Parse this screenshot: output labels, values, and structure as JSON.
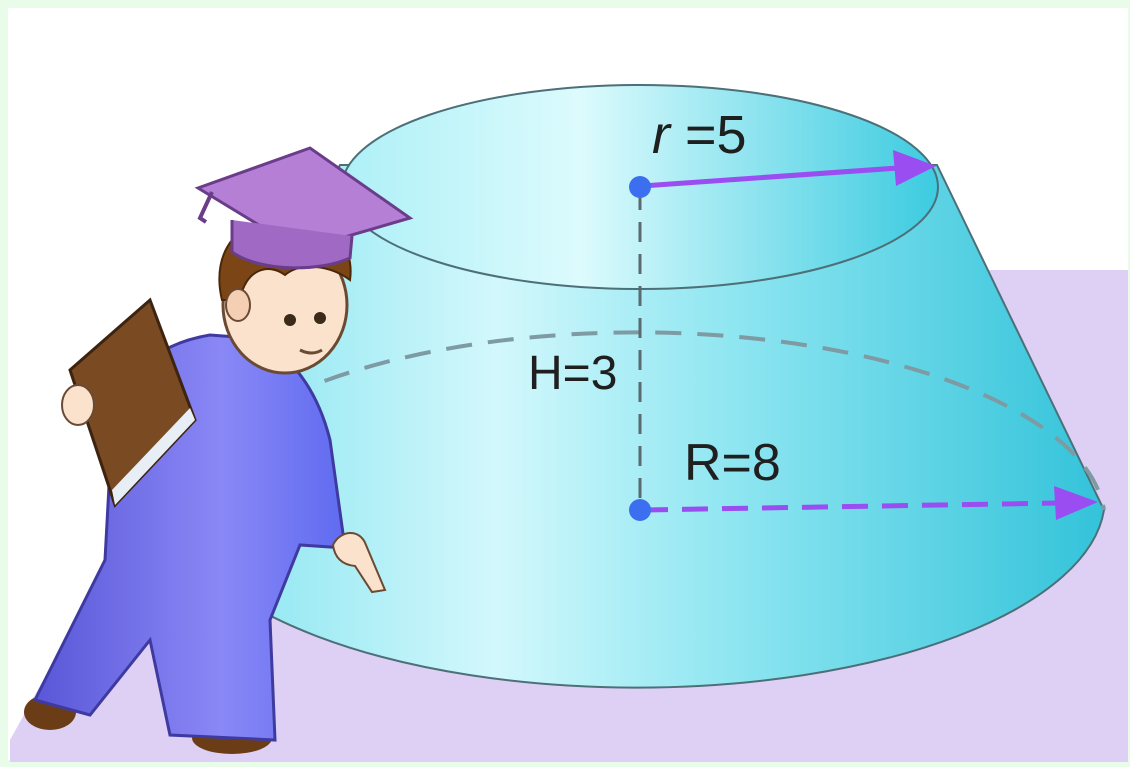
{
  "labels": {
    "top_radius_var": "r",
    "top_radius_eq": " =5",
    "height": "H=3",
    "bottom_radius": "R=8"
  },
  "colors": {
    "frame": "#e9fce9",
    "plane": "#ddd0f4",
    "frustum_light": "#c8f6fb",
    "frustum_dark": "#35c6dc",
    "arrow": "#9a4df0",
    "point": "#3b6ff0",
    "robe": "#6a6ff2",
    "cap": "#b57fd6",
    "book": "#7a4a22"
  },
  "icons": {
    "character": "graduate-student-icon"
  }
}
